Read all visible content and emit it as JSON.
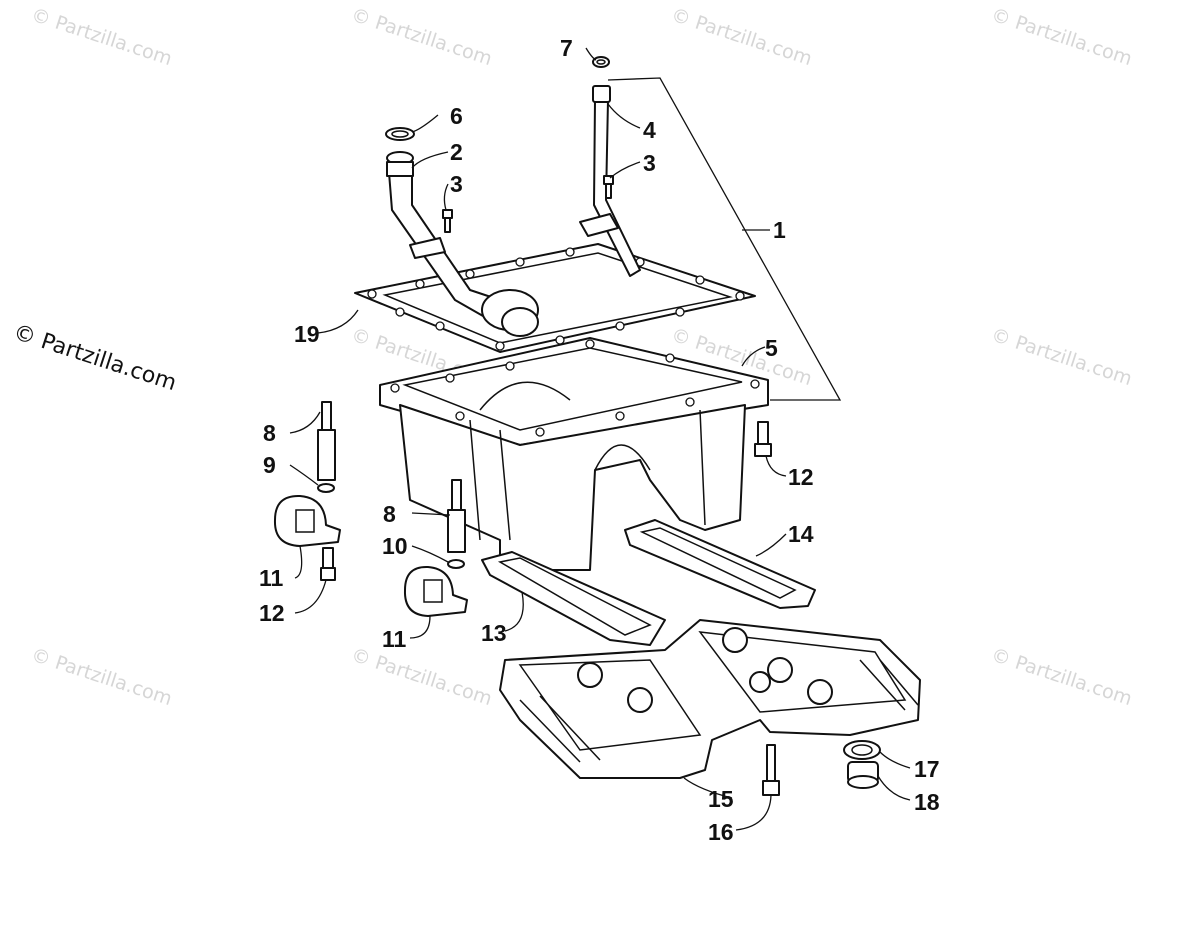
{
  "watermark": {
    "text": "© Partzilla.com"
  },
  "callouts": [
    {
      "id": "c1",
      "label": "1"
    },
    {
      "id": "c2",
      "label": "2"
    },
    {
      "id": "c3a",
      "label": "3"
    },
    {
      "id": "c3b",
      "label": "3"
    },
    {
      "id": "c4",
      "label": "4"
    },
    {
      "id": "c5",
      "label": "5"
    },
    {
      "id": "c6",
      "label": "6"
    },
    {
      "id": "c7",
      "label": "7"
    },
    {
      "id": "c8a",
      "label": "8"
    },
    {
      "id": "c8b",
      "label": "8"
    },
    {
      "id": "c9",
      "label": "9"
    },
    {
      "id": "c10",
      "label": "10"
    },
    {
      "id": "c11a",
      "label": "11"
    },
    {
      "id": "c11b",
      "label": "11"
    },
    {
      "id": "c12a",
      "label": "12"
    },
    {
      "id": "c12b",
      "label": "12"
    },
    {
      "id": "c13",
      "label": "13"
    },
    {
      "id": "c14",
      "label": "14"
    },
    {
      "id": "c15",
      "label": "15"
    },
    {
      "id": "c16",
      "label": "16"
    },
    {
      "id": "c17",
      "label": "17"
    },
    {
      "id": "c18",
      "label": "18"
    },
    {
      "id": "c19",
      "label": "19"
    }
  ]
}
